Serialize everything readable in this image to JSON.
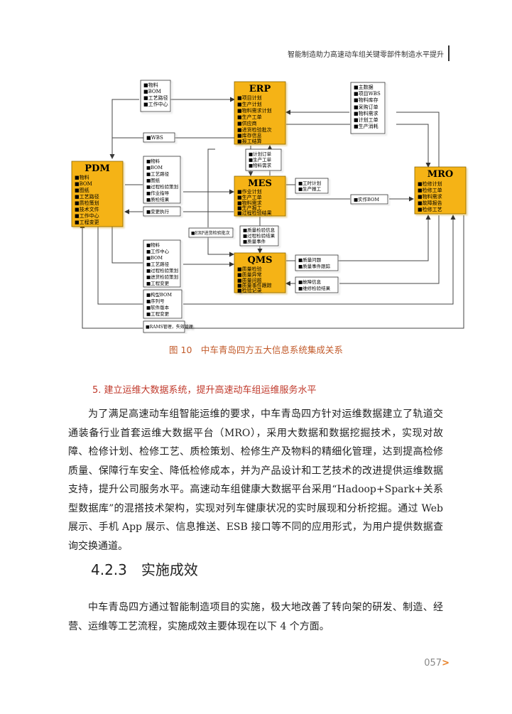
{
  "header": {
    "running_title": "智能制造助力高速动车组关键零部件制造水平提升"
  },
  "diagram": {
    "systems": {
      "erp": {
        "name": "ERP",
        "items": [
          "项目计划",
          "生产计划",
          "物料需求计划",
          "生产工单",
          "供应商",
          "进货检验批次",
          "库存信息",
          "报工结算"
        ]
      },
      "pdm": {
        "name": "PDM",
        "items": [
          "物料",
          "BOM",
          "图纸",
          "工艺路径",
          "质检策划",
          "技术文件",
          "工作中心",
          "工程变更"
        ]
      },
      "mes": {
        "name": "MES",
        "items": [
          "作业计划",
          "生产工单",
          "物料需求",
          "生产报工",
          "过程检验结果"
        ]
      },
      "mro": {
        "name": "MRO",
        "items": [
          "检修计划",
          "检修工单",
          "物料需求",
          "故障报告",
          "检修工艺"
        ]
      },
      "qms": {
        "name": "QMS",
        "items": [
          "质量检验",
          "质量异常",
          "质量问题",
          "质量事件跟踪",
          "检验记录"
        ]
      }
    },
    "flows": {
      "pdm_to_erp": [
        "物料",
        "BOM",
        "工艺路径",
        "工作中心"
      ],
      "mro_to_erp": [
        "主数据",
        "项目WBS",
        "物料库存",
        "采购订单",
        "物料需求",
        "计划工单",
        "生产消耗"
      ],
      "erp_to_pdm": [
        "WBS"
      ],
      "pdm_to_mes": [
        "物料",
        "BOM",
        "工艺路径",
        "图纸",
        "过程检验策划",
        "作业指导",
        "质检结果"
      ],
      "erp_to_mes": [
        "计划订单",
        "生产工单",
        "物料需求"
      ],
      "mes_to_erp": [
        "工时计划",
        "生产报工"
      ],
      "mes_to_pdm": [
        "变更执行"
      ],
      "mes_to_mro": [
        "实作BOM"
      ],
      "erp_to_qms": [
        "ERP进货检验批次"
      ],
      "mes_to_qms": [
        "质量检验信息",
        "过程检验结果",
        "质量事件"
      ],
      "pdm_to_qms": [
        "物料",
        "工作中心",
        "BOM",
        "工艺路径",
        "过程检验策划",
        "进货检验策划",
        "工程变更"
      ],
      "qms_to_mro": [
        "质量问题",
        "质量事件跟踪"
      ],
      "mro_to_qms": [
        "故障信息",
        "维修检验结果"
      ],
      "pdm_to_mro": [
        "构型BOM",
        "序列号",
        "软件版本",
        "工程变更"
      ],
      "mro_to_pdm": [
        "RAMS管理，失效管理"
      ]
    }
  },
  "figure": {
    "caption": "图 10　中车青岛四方五大信息系统集成关系"
  },
  "section5": {
    "heading": "5. 建立运维大数据系统，提升高速动车组运维服务水平",
    "paragraph": "为了满足高速动车组智能运维的要求，中车青岛四方针对运维数据建立了轨道交通装备行业首套运维大数据平台（MRO），采用大数据和数据挖掘技术，实现对故障、检修计划、检修工艺、质检策划、检修生产及物料的精细化管理，达到提高检修质量、保障行车安全、降低检修成本，并为产品设计和工艺技术的改进提供运维数据支持，提升公司服务水平。高速动车组健康大数据平台采用“Hadoop+Spark+关系型数据库”的混搭技术架构，实现对列车健康状况的实时展现和分析挖掘。通过 Web 展示、手机 App 展示、信息推送、ESB 接口等不同的应用形式，为用户提供数据查询交换通道。"
  },
  "section423": {
    "heading": "4.2.3　实施成效",
    "paragraph": "中车青岛四方通过智能制造项目的实施，极大地改善了转向架的研发、制造、经营、运维等工艺流程，实施成效主要体现在以下 4 个方面。"
  },
  "footer": {
    "page_number": "057",
    "arrow": ">"
  },
  "colors": {
    "system_box": "#f5b313",
    "caption": "#c25a2a",
    "heading_red": "#c0392b",
    "page_arrow": "#e8822a"
  }
}
